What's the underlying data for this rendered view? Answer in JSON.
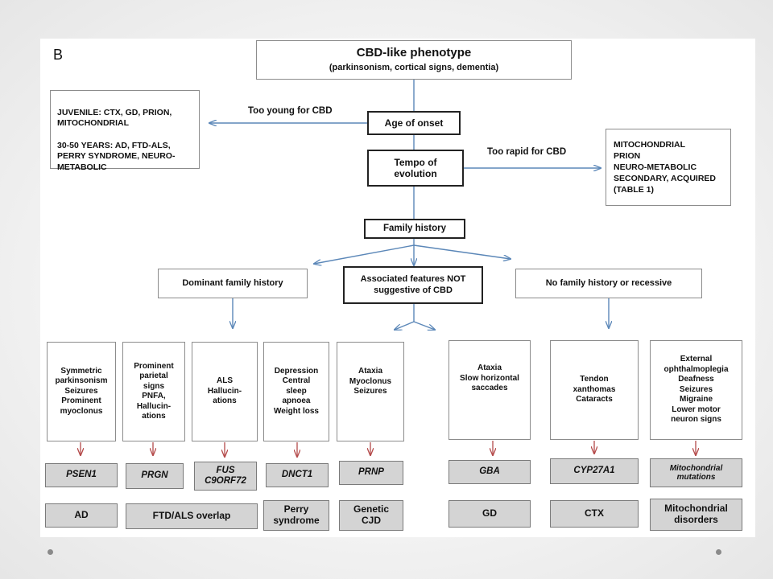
{
  "panel_label": "B",
  "root": {
    "title": "CBD-like phenotype",
    "subtitle": "(parkinsonism, cortical signs, dementia)"
  },
  "young_box": {
    "juvenile_label": "JUVENILE:",
    "juvenile_text": " CTX, GD, PRION, MITOCHONDRIAL",
    "adult_label": "30-50 YEARS:",
    "adult_text": " AD, FTD-ALS, PERRY SYNDROME, NEURO-METABOLIC"
  },
  "edge_labels": {
    "too_young": "Too young for CBD",
    "too_rapid": "Too rapid for CBD"
  },
  "age_of_onset": "Age of onset",
  "tempo": "Tempo of\nevolution",
  "rapid_box": "MITOCHONDRIAL\nPRION\nNEURO-METABOLIC\nSECONDARY, ACQUIRED\n(TABLE 1)",
  "family_history": "Family history",
  "dominant": "Dominant family history",
  "associated": "Associated features NOT\nsuggestive of CBD",
  "no_family": "No family history or recessive",
  "features": [
    "Symmetric\nparkinsonism\nSeizures\nProminent\nmyoclonus",
    "Prominent\nparietal\nsigns\nPNFA,\nHallucin-\nations",
    "ALS\nHallucin-\nations",
    "Depression\nCentral\nsleep\napnoea\nWeight loss",
    "Ataxia\nMyoclonus\nSeizures",
    "Ataxia\nSlow horizontal\nsaccades",
    "Tendon\nxanthomas\nCataracts",
    "External\nophthalmoplegia\nDeafness\nSeizures\nMigraine\nLower motor\nneuron signs"
  ],
  "genes": [
    "PSEN1",
    "PRGN",
    "FUS\nC9ORF72",
    "DNCT1",
    "PRNP",
    "GBA",
    "CYP27A1",
    "Mitochondrial\nmutations"
  ],
  "diseases": [
    "AD",
    "FTD/ALS overlap",
    "Perry\nsyndrome",
    "Genetic\nCJD",
    "GD",
    "CTX",
    "Mitochondrial\ndisorders"
  ],
  "colors": {
    "arrow_blue": "#5b87b8",
    "arrow_red": "#b44a4a",
    "gray_box": "#d4d4d4"
  }
}
